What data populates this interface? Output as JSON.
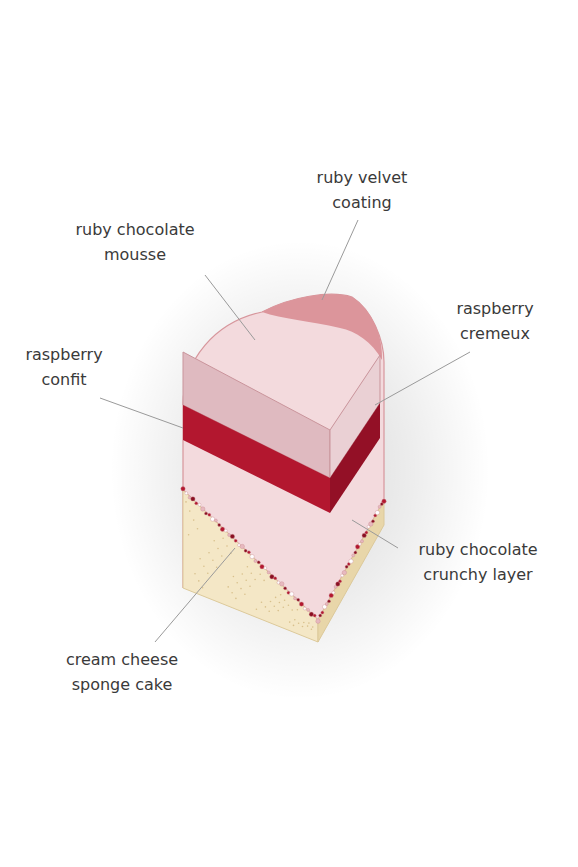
{
  "diagram": {
    "labels": [
      "ruby velvet coating",
      "ruby chocolate mousse",
      "raspberry cremeux",
      "raspberry confit",
      "ruby chocolate crunchy layer",
      "cream cheese sponge cake"
    ]
  }
}
